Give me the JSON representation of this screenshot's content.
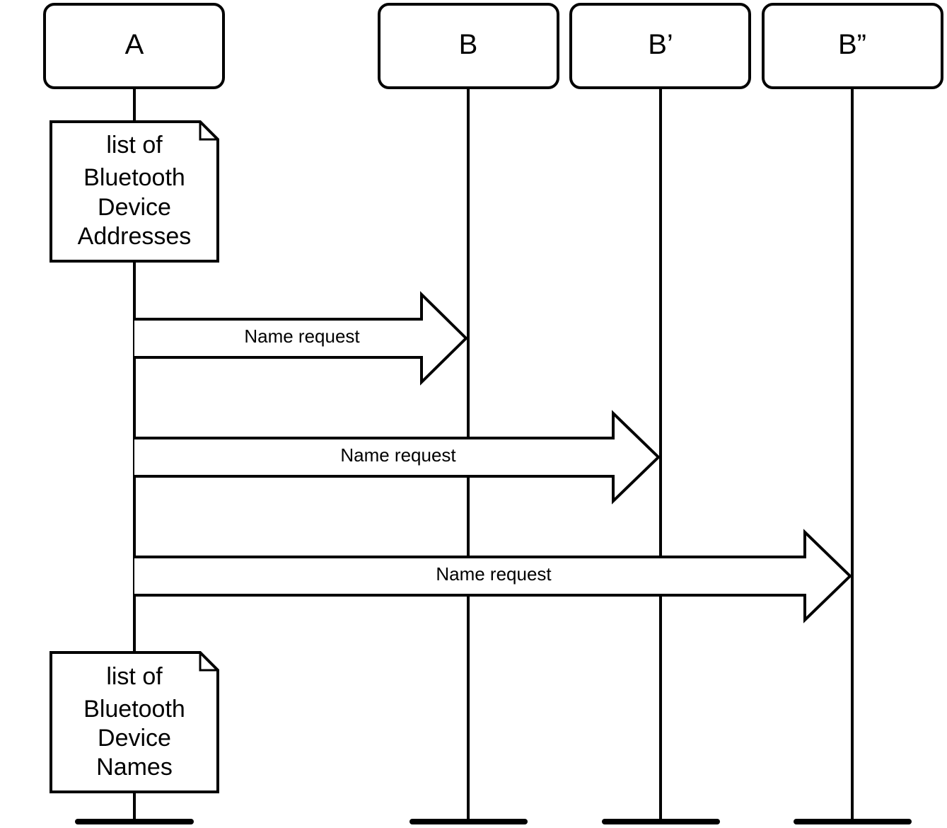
{
  "colors": {
    "stroke": "#000000",
    "fill": "#ffffff",
    "text": "#000000"
  },
  "lifelines": [
    {
      "id": "A",
      "label": "A"
    },
    {
      "id": "B",
      "label": "B"
    },
    {
      "id": "B1",
      "label": "B’"
    },
    {
      "id": "B2",
      "label": "B”"
    }
  ],
  "notes": [
    {
      "id": "addresses",
      "on": "A",
      "lines": [
        "list of",
        "Bluetooth",
        "Device",
        "Addresses"
      ]
    },
    {
      "id": "names",
      "on": "A",
      "lines": [
        "list of",
        "Bluetooth",
        "Device",
        "Names"
      ]
    }
  ],
  "messages": [
    {
      "from": "A",
      "to": "B",
      "label": "Name request"
    },
    {
      "from": "A",
      "to": "B’",
      "label": "Name request"
    },
    {
      "from": "A",
      "to": "B”",
      "label": "Name request"
    }
  ]
}
